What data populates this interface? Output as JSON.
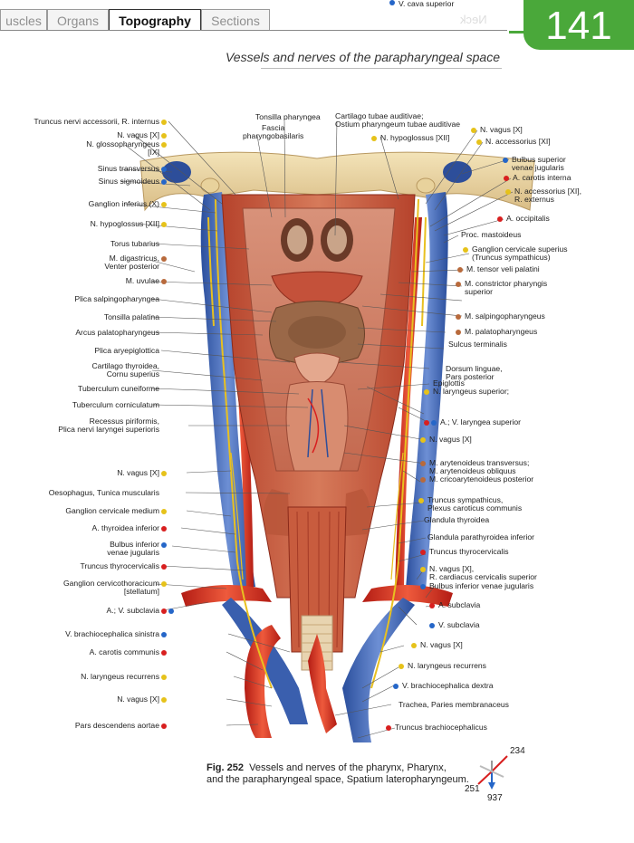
{
  "tabs": [
    {
      "label": "uscles"
    },
    {
      "label": "Organs"
    },
    {
      "label": "Topography",
      "active": true
    },
    {
      "label": "Sections"
    }
  ],
  "ghost_text": "Neck",
  "page_number": "141",
  "section_title": "Vessels and nerves of the parapharyngeal space",
  "colors": {
    "yellow": "#e6c21a",
    "blue": "#2566c8",
    "red": "#d81f1f",
    "brown": "#b86a3c",
    "green": "#4aa83a"
  },
  "labels_left": [
    {
      "text": "Truncus nervi accessorii, R. internus",
      "dot": "yellow"
    },
    {
      "text": "N. vagus [X]",
      "dot": "yellow"
    },
    {
      "text": "N. glossopharyngeus\n[IX]",
      "dot": "yellow"
    },
    {
      "text": "Sinus transversus",
      "dot": "blue"
    },
    {
      "text": "Sinus sigmoideus",
      "dot": "blue"
    },
    {
      "text": "Ganglion inferius (X)",
      "dot": "yellow"
    },
    {
      "text": "N. hypoglossus [XII]",
      "dot": "yellow"
    },
    {
      "text": "Torus tubarius",
      "dot": ""
    },
    {
      "text": "M. digastricus,\nVenter posterior",
      "dot": "brown"
    },
    {
      "text": "M. uvulae",
      "dot": "brown"
    },
    {
      "text": "Plica salpingopharyngea",
      "dot": ""
    },
    {
      "text": "Tonsilla palatina",
      "dot": ""
    },
    {
      "text": "Arcus palatopharyngeus",
      "dot": ""
    },
    {
      "text": "Plica aryepiglottica",
      "dot": ""
    },
    {
      "text": "Cartilago thyroidea,\nCornu superius",
      "dot": ""
    },
    {
      "text": "Tuberculum cuneiforme",
      "dot": ""
    },
    {
      "text": "Tuberculum corniculatum",
      "dot": ""
    },
    {
      "text": "Recessus piriformis,\nPlica nervi laryngei superioris",
      "dot": ""
    },
    {
      "text": "N. vagus [X]",
      "dot": "yellow"
    },
    {
      "text": "Oesophagus, Tunica muscularis",
      "dot": ""
    },
    {
      "text": "Ganglion cervicale medium",
      "dot": "yellow"
    },
    {
      "text": "A. thyroidea inferior",
      "dot": "red"
    },
    {
      "text": "Bulbus inferior\nvenae jugularis",
      "dot": "blue"
    },
    {
      "text": "Truncus thyrocervicalis",
      "dot": "red"
    },
    {
      "text": "Ganglion cervicothoracicum\n[stellatum]",
      "dot": "yellow"
    },
    {
      "text": "A.; V. subclavia",
      "dot": "red+blue"
    },
    {
      "text": "V. brachiocephalica sinistra",
      "dot": "blue"
    },
    {
      "text": "A. carotis communis",
      "dot": "red"
    },
    {
      "text": "N. laryngeus recurrens",
      "dot": "yellow"
    },
    {
      "text": "N. vagus [X]",
      "dot": "yellow"
    },
    {
      "text": "Pars descendens aortae",
      "dot": "red"
    }
  ],
  "labels_top": [
    {
      "text": "Tonsilla pharyngea"
    },
    {
      "text": "Fascia\npharyngobasilaris"
    },
    {
      "text": "Cartilago tubae auditivae;\nOstium pharyngeum tubae auditivae"
    },
    {
      "text": "N. hypoglossus [XII]",
      "dot": "yellow"
    }
  ],
  "labels_right": [
    {
      "text": "N. vagus [X]",
      "dot": "yellow"
    },
    {
      "text": "N. accessorius [XI]",
      "dot": "yellow"
    },
    {
      "text": "Bulbus superior\nvenae jugularis",
      "dot": "blue"
    },
    {
      "text": "A. carotis interna",
      "dot": "red"
    },
    {
      "text": "N. accessorius [XI],\nR. externus",
      "dot": "yellow"
    },
    {
      "text": "A. occipitalis",
      "dot": "red"
    },
    {
      "text": "Proc. mastoideus",
      "dot": ""
    },
    {
      "text": "Ganglion cervicale superius\n(Truncus sympathicus)",
      "dot": "yellow"
    },
    {
      "text": "M. tensor veli palatini",
      "dot": "brown"
    },
    {
      "text": "M. constrictor pharyngis\nsuperior",
      "dot": "brown"
    },
    {
      "text": "M. salpingopharyngeus",
      "dot": "brown"
    },
    {
      "text": "M. palatopharyngeus",
      "dot": "brown"
    },
    {
      "text": "Sulcus terminalis",
      "dot": ""
    },
    {
      "text": "Dorsum linguae,\nPars posterior",
      "dot": ""
    },
    {
      "text": "Epiglottis",
      "dot": ""
    },
    {
      "text": "N. laryngeus superior;",
      "dot": "yellow"
    },
    {
      "text": "A.; V. laryngea superior",
      "dot": "red+blue"
    },
    {
      "text": "N. vagus [X]",
      "dot": "yellow"
    },
    {
      "text": "M. arytenoideus transversus;\nM. arytenoideus obliquus",
      "dot": "brown"
    },
    {
      "text": "M. cricoarytenoideus posterior",
      "dot": "brown"
    },
    {
      "text": "Truncus sympathicus,\nPlexus caroticus communis",
      "dot": "yellow"
    },
    {
      "text": "Glandula thyroidea",
      "dot": ""
    },
    {
      "text": "Glandula parathyroidea inferior",
      "dot": ""
    },
    {
      "text": "Truncus thyrocervicalis",
      "dot": "red"
    },
    {
      "text": "N. vagus [X],\nR. cardiacus cervicalis superior",
      "dot": "yellow"
    },
    {
      "text": "Bulbus inferior venae jugularis",
      "dot": "blue"
    },
    {
      "text": "A. subclavia",
      "dot": "red"
    },
    {
      "text": "V. subclavia",
      "dot": "blue"
    },
    {
      "text": "N. vagus [X]",
      "dot": "yellow"
    },
    {
      "text": "N. laryngeus recurrens",
      "dot": "yellow"
    },
    {
      "text": "V. brachiocephalica dextra",
      "dot": "blue"
    },
    {
      "text": "Trachea, Paries membranaceus",
      "dot": ""
    },
    {
      "text": "Truncus brachiocephalicus",
      "dot": "red"
    },
    {
      "text": "V. cava superior",
      "dot": "blue"
    }
  ],
  "caption": {
    "fig": "Fig. 252",
    "line1": "Vessels and nerves of the pharynx, Pharynx,",
    "line2": "and the parapharyngeal space, Spatium lateropharyngeum."
  },
  "orientation": {
    "top_right": "234",
    "bottom_left": "251",
    "bottom": "937"
  }
}
